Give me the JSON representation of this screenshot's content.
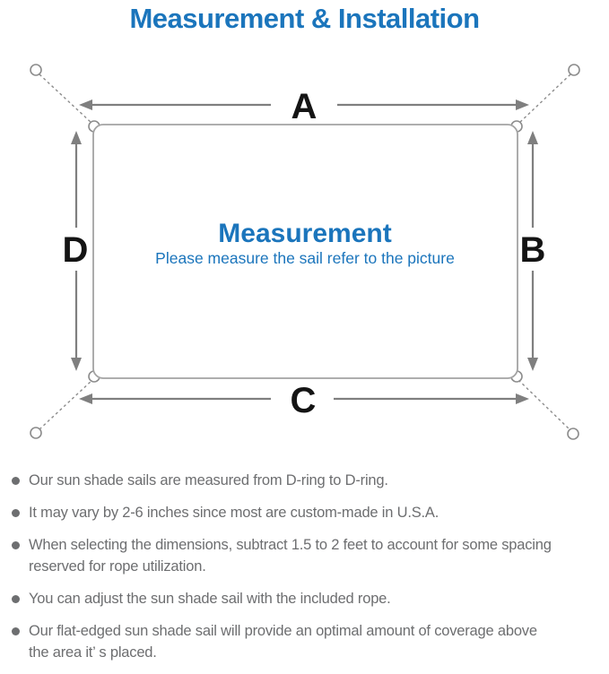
{
  "title": "Measurement & Installation",
  "diagram": {
    "heading": "Measurement",
    "subheading": "Please measure the sail refer to the picture",
    "edge_labels": {
      "top": "A",
      "right": "B",
      "bottom": "C",
      "left": "D"
    }
  },
  "notes": [
    "Our sun shade sails are measured from D-ring to D-ring.",
    "It may vary by 2-6 inches since most are custom-made in U.S.A.",
    "When selecting the dimensions, subtract 1.5 to 2 feet to account for some spacing reserved for rope utilization.",
    "You can adjust the sun shade sail with the included rope.",
    "Our flat-edged sun shade sail will provide an optimal amount of coverage above the area it’ s placed."
  ],
  "colors": {
    "accent-blue": "#1b75bc",
    "label-black": "#141414",
    "note-gray": "#6d6e70",
    "arrow-gray": "#7f7f7f",
    "outline-gray": "#a3a3a3",
    "ring-gray": "#8c8c8c"
  }
}
